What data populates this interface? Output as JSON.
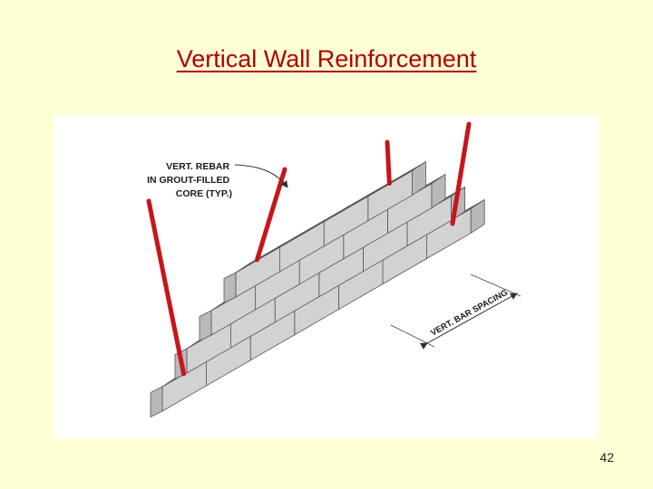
{
  "slide": {
    "title": "Vertical Wall Reinforcement",
    "page_number": "42"
  },
  "diagram": {
    "callout_lines": [
      "VERT. REBAR",
      "IN GROUT-FILLED",
      "CORE (TYP.)"
    ],
    "dimension_label": "VERT. BAR SPACING",
    "colors": {
      "rebar": "#C8141B",
      "block_top": "#E6E6E6",
      "block_front": "#D2D2D2",
      "block_side": "#B9B9B9",
      "grout": "#8A8A8A"
    }
  }
}
